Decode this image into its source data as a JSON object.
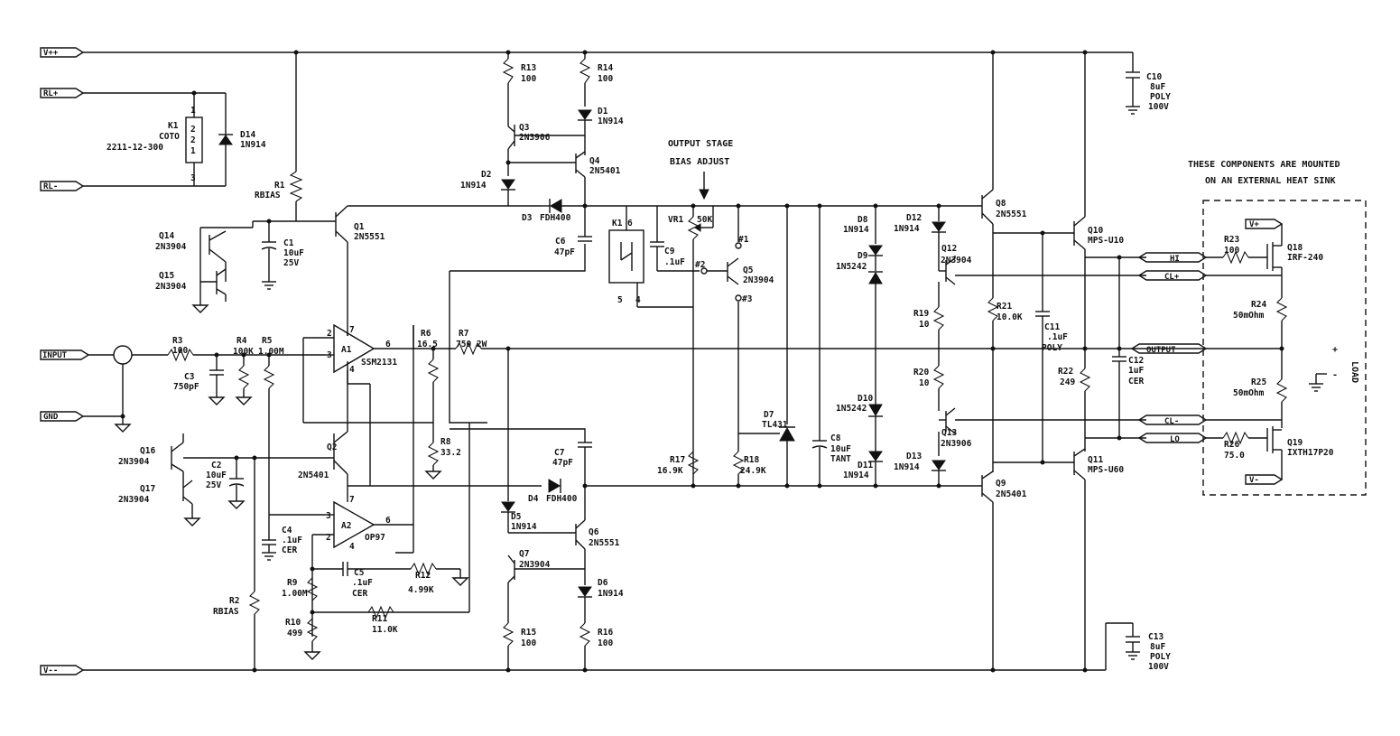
{
  "ports": {
    "vpp": "V++",
    "rl_plus": "RL+",
    "rl_minus": "RL-",
    "input": "INPUT",
    "gnd": "GND",
    "vmm": "V--",
    "hi": "HI",
    "cl_plus": "CL+",
    "output": "OUTPUT",
    "cl_minus": "CL-",
    "lo": "LO",
    "heatsink_vplus": "V+",
    "heatsink_vminus": "V-"
  },
  "notes": {
    "bias_title_1": "OUTPUT STAGE",
    "bias_title_2": "BIAS ADJUST",
    "heatsink_1": "THESE COMPONENTS ARE MOUNTED",
    "heatsink_2": "ON AN EXTERNAL HEAT SINK",
    "load_plus": "+",
    "load_minus": "-",
    "load_label": "LOAD"
  },
  "relay": {
    "name": "K1",
    "part": "COTO",
    "model": "2211-12-300",
    "pin1": "1",
    "pin2": "2",
    "pin3": "3",
    "pin6": "6",
    "pin5": "5",
    "pin4": "4",
    "contact_name": "K1"
  },
  "resistors": {
    "r1": [
      "R1",
      "RBIAS"
    ],
    "r2": [
      "R2",
      "RBIAS"
    ],
    "r3": [
      "R3",
      "100"
    ],
    "r4": [
      "R4",
      "100K"
    ],
    "r5": [
      "R5",
      "1.00M"
    ],
    "r6": [
      "R6",
      "16.5"
    ],
    "r7": [
      "R7",
      "750 2W"
    ],
    "r8": [
      "R8",
      "33.2"
    ],
    "r9": [
      "R9",
      "1.00M"
    ],
    "r10": [
      "R10",
      "499"
    ],
    "r11": [
      "R11",
      "11.0K"
    ],
    "r12": [
      "R12",
      "4.99K"
    ],
    "r13": [
      "R13",
      "100"
    ],
    "r14": [
      "R14",
      "100"
    ],
    "r15": [
      "R15",
      "100"
    ],
    "r16": [
      "R16",
      "100"
    ],
    "r17": [
      "R17",
      "16.9K"
    ],
    "r18": [
      "R18",
      "24.9K"
    ],
    "r19": [
      "R19",
      "10"
    ],
    "r20": [
      "R20",
      "10"
    ],
    "r21": [
      "R21",
      "10.0K"
    ],
    "r22": [
      "R22",
      "249"
    ],
    "r23": [
      "R23",
      "100"
    ],
    "r24": [
      "R24",
      "50mOhm"
    ],
    "r25": [
      "R25",
      "50mOhm"
    ],
    "r26": [
      "R26",
      "75.0"
    ],
    "vr1": [
      "VR1",
      "50K"
    ]
  },
  "capacitors": {
    "c1": [
      "C1",
      "10uF",
      "25V"
    ],
    "c2": [
      "C2",
      "10uF",
      "25V"
    ],
    "c3": [
      "C3",
      "750pF"
    ],
    "c4": [
      "C4",
      ".1uF",
      "CER"
    ],
    "c5": [
      "C5",
      ".1uF",
      "CER"
    ],
    "c6": [
      "C6",
      "47pF"
    ],
    "c7": [
      "C7",
      "47pF"
    ],
    "c8": [
      "C8",
      "10uF",
      "TANT"
    ],
    "c9": [
      "C9",
      ".1uF"
    ],
    "c10": [
      "C10",
      "8uF",
      "POLY",
      "100V"
    ],
    "c11": [
      "C11",
      ".1uF",
      "POLY"
    ],
    "c12": [
      "C12",
      "1uF",
      "CER"
    ],
    "c13": [
      "C13",
      "8uF",
      "POLY",
      "100V"
    ]
  },
  "diodes": {
    "d1": [
      "D1",
      "1N914"
    ],
    "d2": [
      "D2",
      "1N914"
    ],
    "d3": [
      "D3",
      "FDH400"
    ],
    "d4": [
      "D4",
      "FDH400"
    ],
    "d5": [
      "D5",
      "1N914"
    ],
    "d6": [
      "D6",
      "1N914"
    ],
    "d7": [
      "D7",
      "TL431"
    ],
    "d8": [
      "D8",
      "1N914"
    ],
    "d9": [
      "D9",
      "1N5242"
    ],
    "d10": [
      "D10",
      "1N5242"
    ],
    "d11": [
      "D11",
      "1N914"
    ],
    "d12": [
      "D12",
      "1N914"
    ],
    "d13": [
      "D13",
      "1N914"
    ],
    "d14": [
      "D14",
      "1N914"
    ]
  },
  "transistors": {
    "q1": [
      "Q1",
      "2N5551"
    ],
    "q2": [
      "Q2",
      "2N5401"
    ],
    "q3": [
      "Q3",
      "2N3906"
    ],
    "q4": [
      "Q4",
      "2N5401"
    ],
    "q5": [
      "Q5",
      "2N3904"
    ],
    "q6": [
      "Q6",
      "2N5551"
    ],
    "q7": [
      "Q7",
      "2N3904"
    ],
    "q8": [
      "Q8",
      "2N5551"
    ],
    "q9": [
      "Q9",
      "2N5401"
    ],
    "q10": [
      "Q10",
      "MPS-U10"
    ],
    "q11": [
      "Q11",
      "MPS-U60"
    ],
    "q12": [
      "Q12",
      "2N3904"
    ],
    "q13": [
      "Q13",
      "2N3906"
    ],
    "q14": [
      "Q14",
      "2N3904"
    ],
    "q15": [
      "Q15",
      "2N3904"
    ],
    "q16": [
      "Q16",
      "2N3904"
    ],
    "q17": [
      "Q17",
      "2N3904"
    ],
    "q18": [
      "Q18",
      "IRF-240"
    ],
    "q19": [
      "Q19",
      "IXTH17P20"
    ]
  },
  "opamps": {
    "a1": {
      "name": "A1",
      "part": "SSM2131",
      "pin2": "2",
      "pin3": "3",
      "pin7": "7",
      "pin4": "4",
      "pin6": "6"
    },
    "a2": {
      "name": "A2",
      "part": "OP97",
      "pin2": "2",
      "pin3": "3",
      "pin7": "7",
      "pin4": "4",
      "pin6": "6"
    }
  },
  "test_points": {
    "tp1": "#1",
    "tp2": "#2",
    "tp3": "#3"
  }
}
